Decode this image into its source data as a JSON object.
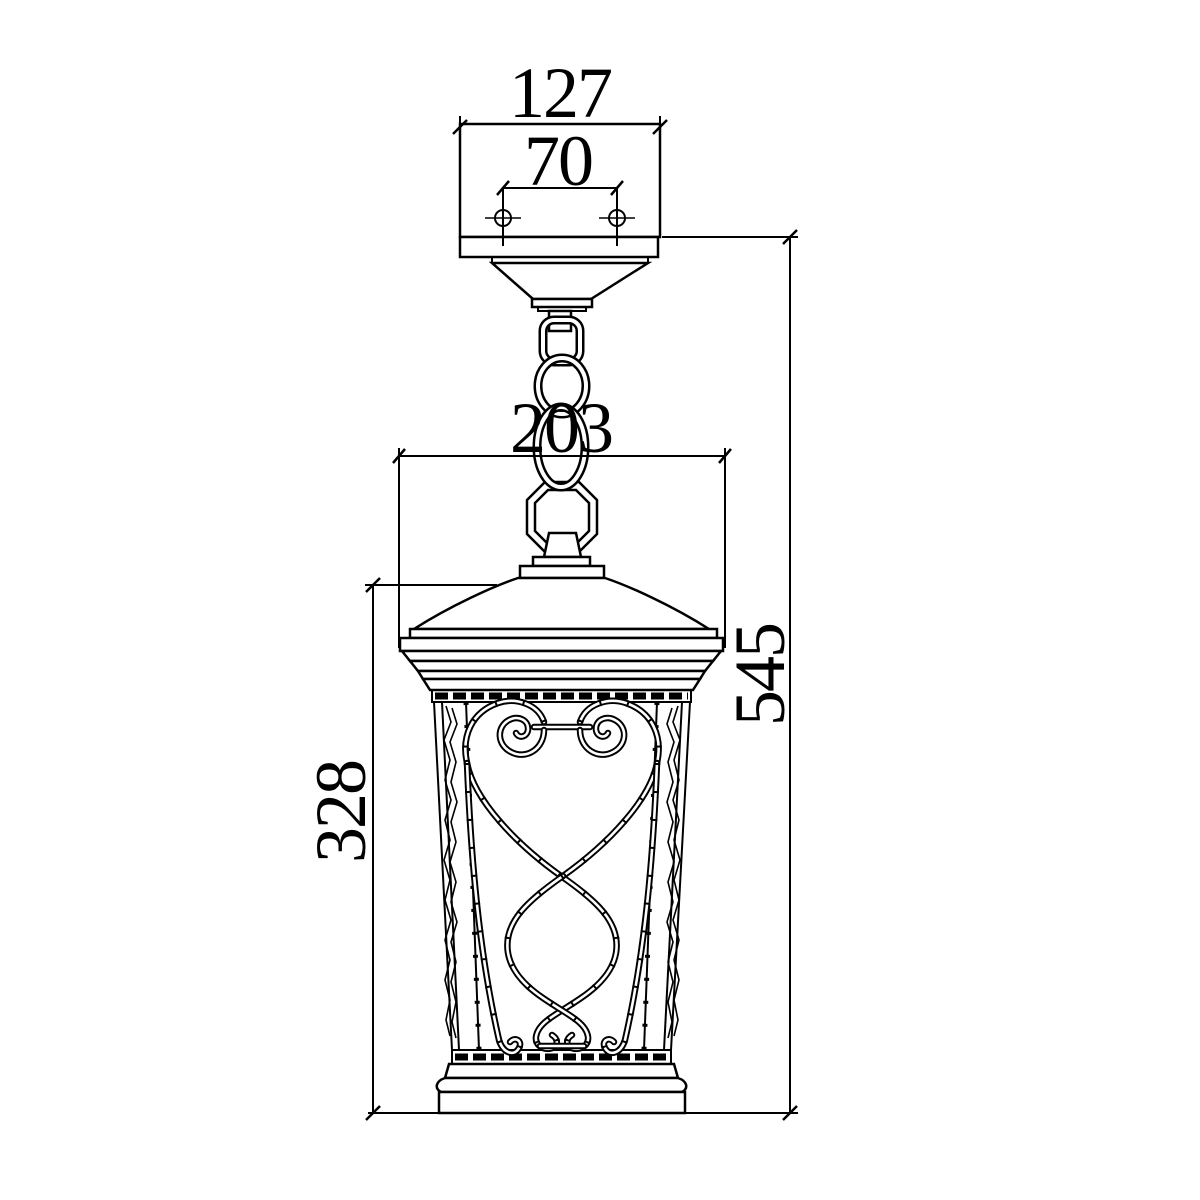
{
  "drawing_type": "lantern pendant dimension drawing",
  "dimensions": {
    "plate_width": "127",
    "hole_spacing": "70",
    "lantern_width": "203",
    "overall_height": "545",
    "body_height": "328"
  },
  "colors": {
    "line": "#000000",
    "background": "#ffffff"
  }
}
